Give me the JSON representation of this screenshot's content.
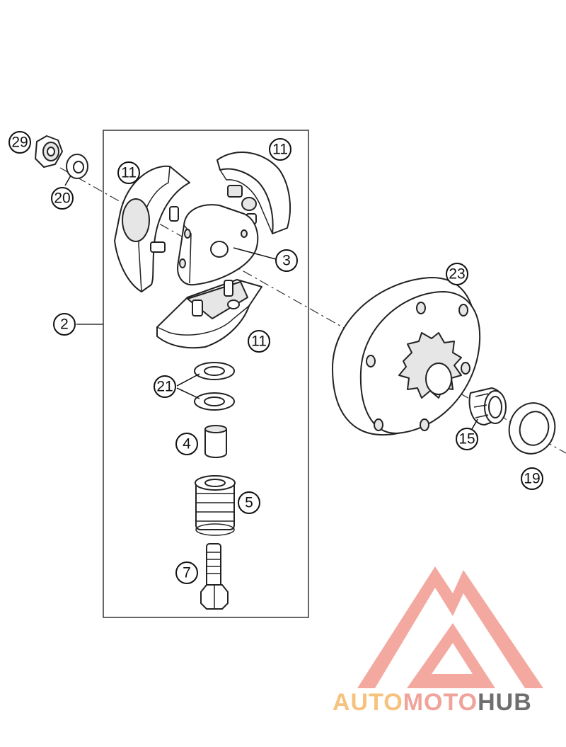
{
  "callouts": {
    "c29": "29",
    "c20": "20",
    "c11a": "11",
    "c11b": "11",
    "c11c": "11",
    "c3": "3",
    "c2": "2",
    "c23": "23",
    "c21": "21",
    "c4": "4",
    "c5": "5",
    "c15": "15",
    "c19": "19",
    "c7": "7"
  },
  "watermark": {
    "part1": "AUTO",
    "part2": "MOTO",
    "part3": "HUB",
    "colors": {
      "logo": "#f2a49b",
      "auto": "#f6c27e",
      "moto": "#f0a39a",
      "hub": "#6e6e6e"
    }
  }
}
